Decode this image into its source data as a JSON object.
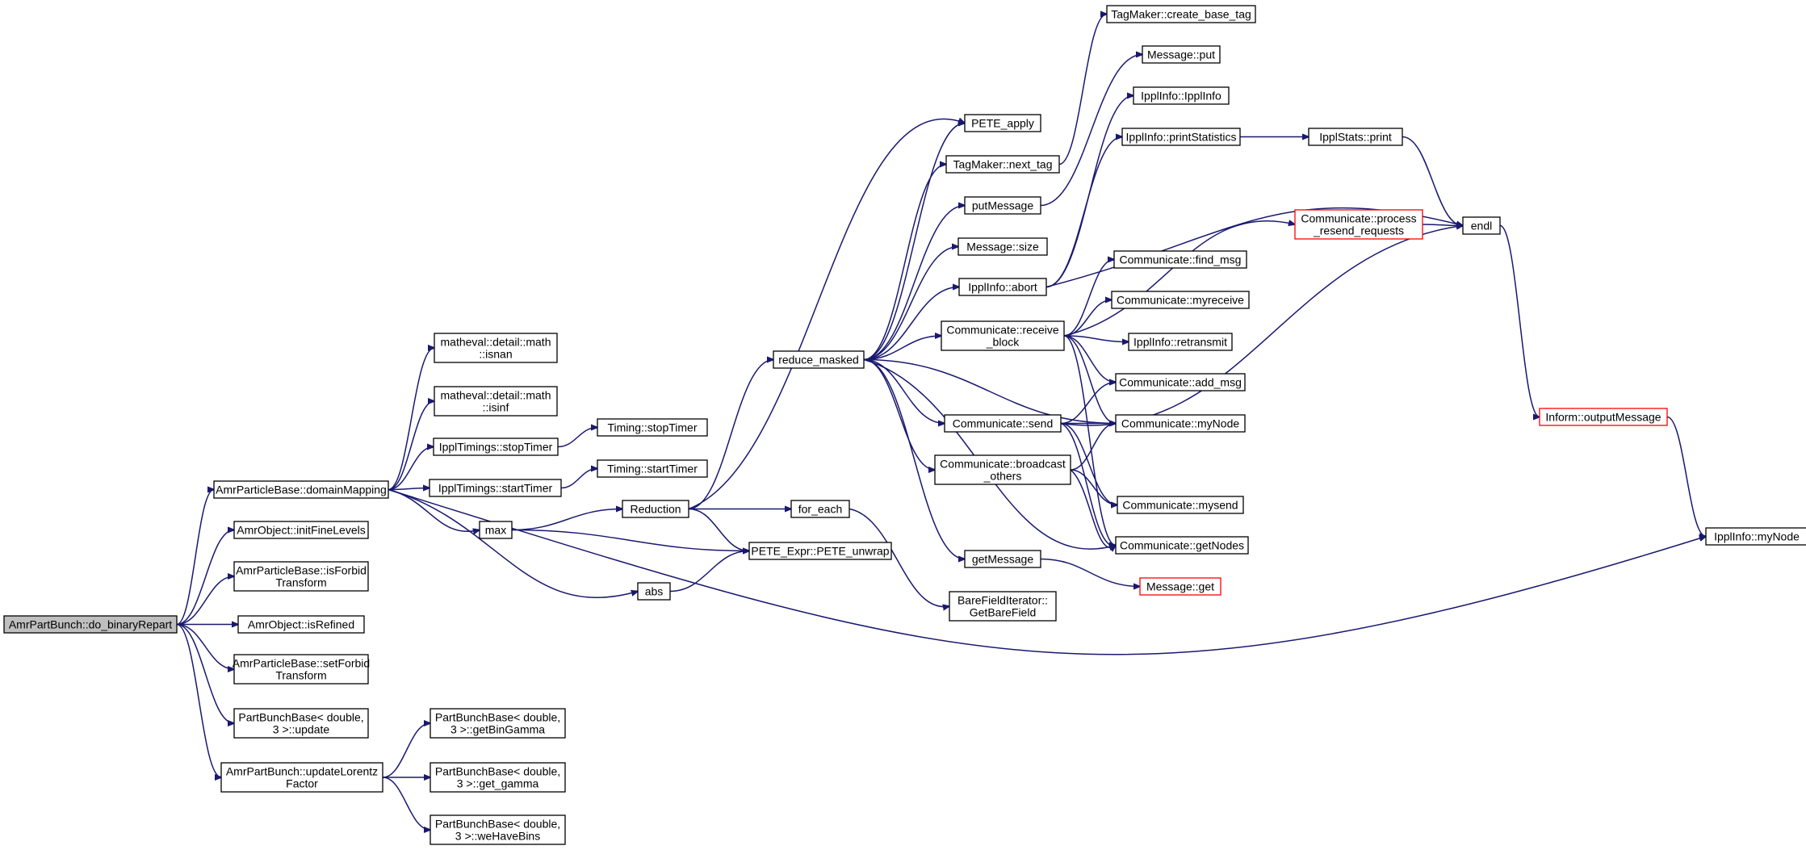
{
  "graph": {
    "title": "",
    "colors": {
      "edge": "#191970",
      "root_fill": "#bfbfbf",
      "node_border": "#000000",
      "truncated_border": "#ff0000"
    },
    "nodes": {
      "root": {
        "lines": [
          "AmrPartBunch::do_binaryRepart"
        ],
        "root": true
      },
      "domainMapping": {
        "lines": [
          "AmrParticleBase::domainMapping"
        ]
      },
      "initFineLevels": {
        "lines": [
          "AmrObject::initFineLevels"
        ]
      },
      "isForbid": {
        "lines": [
          "AmrParticleBase::isForbid",
          "Transform"
        ]
      },
      "isRefined": {
        "lines": [
          "AmrObject::isRefined"
        ]
      },
      "setForbid": {
        "lines": [
          "AmrParticleBase::setForbid",
          "Transform"
        ]
      },
      "pbbUpdate": {
        "lines": [
          "PartBunchBase< double,",
          " 3 >::update"
        ]
      },
      "updLorentz": {
        "lines": [
          "AmrPartBunch::updateLorentz",
          "Factor"
        ]
      },
      "isnan": {
        "lines": [
          "matheval::detail::math",
          "::isnan"
        ]
      },
      "isinf": {
        "lines": [
          "matheval::detail::math",
          "::isinf"
        ]
      },
      "stopTimer": {
        "lines": [
          "IpplTimings::stopTimer"
        ]
      },
      "startTimer": {
        "lines": [
          "IpplTimings::startTimer"
        ]
      },
      "max": {
        "lines": [
          "max"
        ]
      },
      "abs": {
        "lines": [
          "abs"
        ]
      },
      "getBinGamma": {
        "lines": [
          "PartBunchBase< double,",
          " 3 >::getBinGamma"
        ]
      },
      "getGamma": {
        "lines": [
          "PartBunchBase< double,",
          " 3 >::get_gamma"
        ]
      },
      "weHaveBins": {
        "lines": [
          "PartBunchBase< double,",
          " 3 >::weHaveBins"
        ]
      },
      "tStop": {
        "lines": [
          "Timing::stopTimer"
        ]
      },
      "tStart": {
        "lines": [
          "Timing::startTimer"
        ]
      },
      "reduction": {
        "lines": [
          "Reduction"
        ]
      },
      "reduceMasked": {
        "lines": [
          "reduce_masked"
        ]
      },
      "forEach": {
        "lines": [
          "for_each"
        ]
      },
      "peteUnwrap": {
        "lines": [
          "PETE_Expr::PETE_unwrap"
        ]
      },
      "peteApply": {
        "lines": [
          "PETE_apply"
        ]
      },
      "nextTag": {
        "lines": [
          "TagMaker::next_tag"
        ]
      },
      "putMessage": {
        "lines": [
          "putMessage"
        ]
      },
      "msgSize": {
        "lines": [
          "Message::size"
        ]
      },
      "ipplAbort": {
        "lines": [
          "IpplInfo::abort"
        ]
      },
      "receiveBlock": {
        "lines": [
          "Communicate::receive",
          "_block"
        ]
      },
      "commSend": {
        "lines": [
          "Communicate::send"
        ]
      },
      "broadcastOthers": {
        "lines": [
          "Communicate::broadcast",
          "_others"
        ]
      },
      "getMessage": {
        "lines": [
          "getMessage"
        ]
      },
      "getBareField": {
        "lines": [
          "BareFieldIterator::",
          "GetBareField"
        ]
      },
      "createBaseTag": {
        "lines": [
          "TagMaker::create_base_tag"
        ]
      },
      "msgPut": {
        "lines": [
          "Message::put"
        ]
      },
      "ipplInfoCtor": {
        "lines": [
          "IpplInfo::IpplInfo"
        ]
      },
      "printStatistics": {
        "lines": [
          "IpplInfo::printStatistics"
        ]
      },
      "processResend": {
        "lines": [
          "Communicate::process",
          "_resend_requests"
        ],
        "truncated": true
      },
      "findMsg": {
        "lines": [
          "Communicate::find_msg"
        ]
      },
      "myreceive": {
        "lines": [
          "Communicate::myreceive"
        ]
      },
      "retransmit": {
        "lines": [
          "IpplInfo::retransmit"
        ]
      },
      "addMsg": {
        "lines": [
          "Communicate::add_msg"
        ]
      },
      "commMyNode": {
        "lines": [
          "Communicate::myNode"
        ]
      },
      "mysend": {
        "lines": [
          "Communicate::mysend"
        ]
      },
      "getNodes": {
        "lines": [
          "Communicate::getNodes"
        ]
      },
      "msgGet": {
        "lines": [
          "Message::get"
        ],
        "truncated": true
      },
      "statsPrint": {
        "lines": [
          "IpplStats::print"
        ]
      },
      "endl": {
        "lines": [
          "endl"
        ]
      },
      "outputMessage": {
        "lines": [
          "Inform::outputMessage"
        ],
        "truncated": true
      },
      "ipplMyNode": {
        "lines": [
          "IpplInfo::myNode"
        ]
      }
    }
  }
}
